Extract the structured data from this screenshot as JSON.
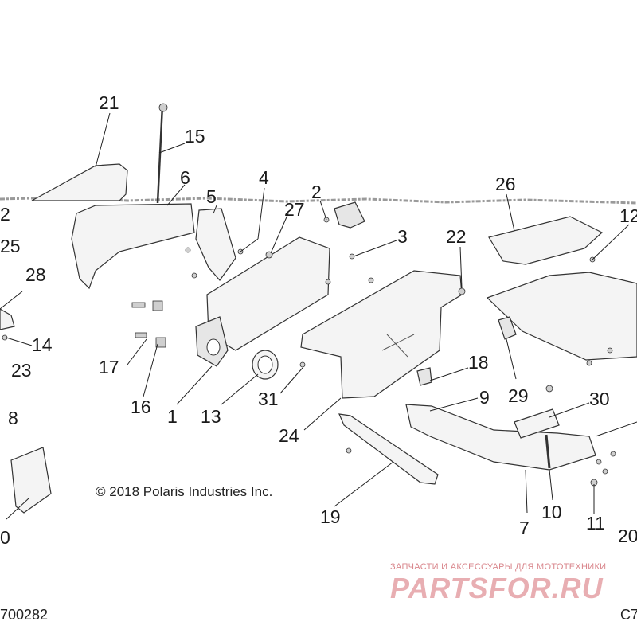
{
  "callouts": [
    {
      "id": "c21",
      "text": "21"
    },
    {
      "id": "c15",
      "text": "15"
    },
    {
      "id": "c6",
      "text": "6"
    },
    {
      "id": "c5",
      "text": "5"
    },
    {
      "id": "c4",
      "text": "4"
    },
    {
      "id": "c2",
      "text": "2"
    },
    {
      "id": "c27",
      "text": "27"
    },
    {
      "id": "c26",
      "text": "26"
    },
    {
      "id": "c12",
      "text": "12"
    },
    {
      "id": "c3",
      "text": "3"
    },
    {
      "id": "c22",
      "text": "22"
    },
    {
      "id": "c25",
      "text": "25"
    },
    {
      "id": "c28",
      "text": "28"
    },
    {
      "id": "c14",
      "text": "14"
    },
    {
      "id": "c23",
      "text": "23"
    },
    {
      "id": "c17",
      "text": "17"
    },
    {
      "id": "c16",
      "text": "16"
    },
    {
      "id": "c1",
      "text": "1"
    },
    {
      "id": "c13",
      "text": "13"
    },
    {
      "id": "c31",
      "text": "31"
    },
    {
      "id": "c18",
      "text": "18"
    },
    {
      "id": "c29",
      "text": "29"
    },
    {
      "id": "c9",
      "text": "9"
    },
    {
      "id": "c30",
      "text": "30"
    },
    {
      "id": "c24",
      "text": "24"
    },
    {
      "id": "c8",
      "text": "8"
    },
    {
      "id": "c19",
      "text": "19"
    },
    {
      "id": "c7",
      "text": "7"
    },
    {
      "id": "c10",
      "text": "10"
    },
    {
      "id": "c11",
      "text": "11"
    },
    {
      "id": "c20",
      "text": "20"
    },
    {
      "id": "c0",
      "text": "0"
    },
    {
      "id": "c2b",
      "text": "2"
    }
  ],
  "copyright": "© 2018 Polaris Industries Inc.",
  "doc_id_left": "700282",
  "doc_id_right": "C7",
  "watermark": {
    "subtitle": "ЗАПЧАСТИ И АКСЕССУАРЫ ДЛЯ МОТОТЕХНИКИ",
    "logo": "PARTSFOR.RU"
  },
  "colors": {
    "line": "#333333",
    "watermark": "#e8aeb2"
  }
}
